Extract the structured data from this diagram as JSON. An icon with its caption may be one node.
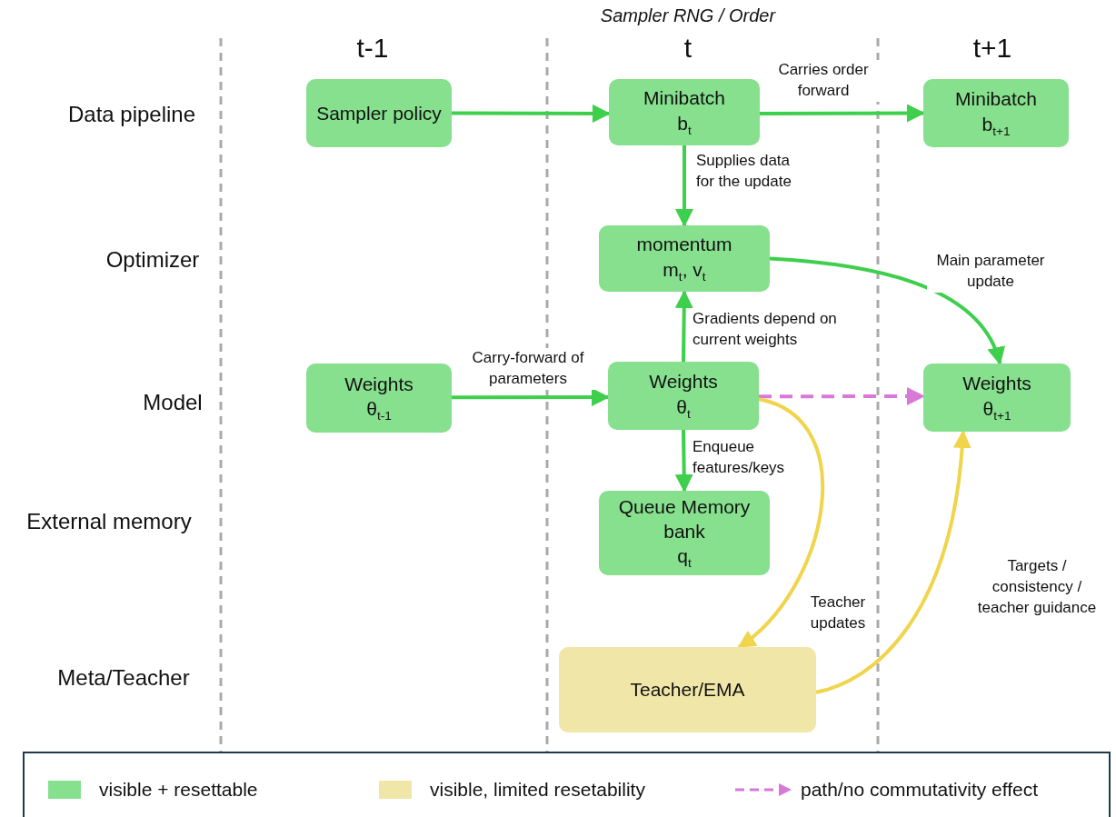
{
  "diagram": {
    "nodes": [
      {
        "text": [
          "Sampler policy"
        ]
      },
      {
        "text": [
          "Minibatch",
          "b$_{t}$"
        ]
      },
      {
        "text": [
          "Minibatch",
          "b$_{t+1}$"
        ]
      },
      {
        "text": [
          "momentum",
          "m$_{t}$, v$_{t}$"
        ]
      },
      {
        "text": [
          "Weights",
          "θ$_{t-1}$"
        ]
      },
      {
        "text": [
          "Weights",
          "θ$_{t}$"
        ]
      },
      {
        "text": [
          "Weights",
          "θ$_{t+1}$"
        ]
      },
      {
        "text": [
          "Queue Memory bank",
          "q$_{t}$"
        ]
      },
      {
        "text": [
          "Teacher/EMA"
        ]
      }
    ],
    "edges": [
      {
        "from": 0,
        "to": 1,
        "arrow": "to"
      },
      {
        "from": 1,
        "to": 2,
        "arrow": "to",
        "label": "Carries order forward"
      },
      {
        "from": 1,
        "to": 3,
        "arrow": "to",
        "label": "Supplies data for the update"
      },
      {
        "from": 5,
        "to": 3,
        "arrow": "to",
        "label": "Gradients depend on current weights"
      },
      {
        "from": 3,
        "to": 6,
        "arrow": "to",
        "label": "Main parameter update"
      },
      {
        "from": 4,
        "to": 5,
        "arrow": "to",
        "label": "Carry-forward of parameters"
      },
      {
        "from": 5,
        "to": 6,
        "arrow": "to",
        "style": "dashed",
        "color": "#d878d8"
      },
      {
        "from": 5,
        "to": 7,
        "arrow": "to",
        "label": "Enqueue features/keys"
      },
      {
        "from": 5,
        "to": 8,
        "arrow": "to",
        "label": "Teacher updates",
        "color": "#f0d44c"
      },
      {
        "from": 8,
        "to": 6,
        "arrow": "to",
        "label": "Targets / consistency / teacher guidance",
        "color": "#f0d44c"
      }
    ],
    "labels": [
      "Sampler RNG / Order",
      "t-1",
      "t",
      "t+1",
      "Data pipeline",
      "Optimizer",
      "Model",
      "External memory",
      "Meta/Teacher"
    ],
    "legend": [
      {
        "text": "visible + resettable",
        "color": "#86e08e"
      },
      {
        "text": "visible, limited resetability",
        "color": "#f0e6a8"
      },
      {
        "text": "path/no commutativity effect"
      }
    ]
  }
}
